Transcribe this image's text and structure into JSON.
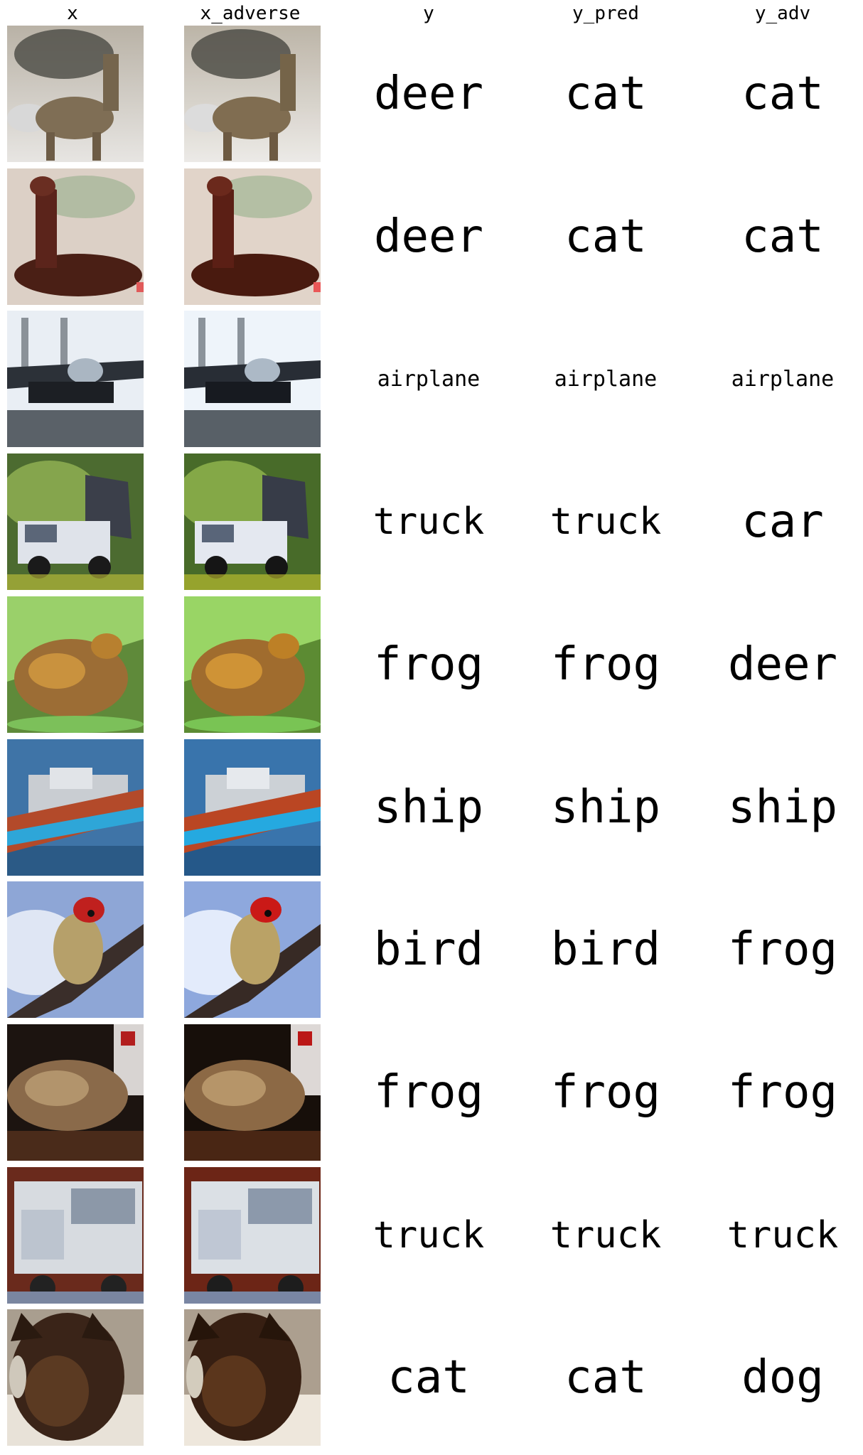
{
  "headers": [
    "x",
    "x_adverse",
    "y",
    "y_pred",
    "y_adv"
  ],
  "rows": [
    {
      "image": "deer",
      "y": "deer",
      "y_pred": "cat",
      "y_adv": "cat",
      "font": [
        64,
        64,
        64
      ]
    },
    {
      "image": "deer",
      "y": "deer",
      "y_pred": "cat",
      "y_adv": "cat",
      "font": [
        64,
        64,
        64
      ]
    },
    {
      "image": "airplane",
      "y": "airplane",
      "y_pred": "airplane",
      "y_adv": "airplane",
      "font": [
        30,
        30,
        30
      ]
    },
    {
      "image": "truck",
      "y": "truck",
      "y_pred": "truck",
      "y_adv": "car",
      "font": [
        52,
        52,
        64
      ]
    },
    {
      "image": "frog",
      "y": "frog",
      "y_pred": "frog",
      "y_adv": "deer",
      "font": [
        64,
        64,
        64
      ]
    },
    {
      "image": "ship",
      "y": "ship",
      "y_pred": "ship",
      "y_adv": "ship",
      "font": [
        64,
        64,
        64
      ]
    },
    {
      "image": "bird",
      "y": "bird",
      "y_pred": "bird",
      "y_adv": "frog",
      "font": [
        64,
        64,
        64
      ]
    },
    {
      "image": "frog",
      "y": "frog",
      "y_pred": "frog",
      "y_adv": "frog",
      "font": [
        64,
        64,
        64
      ]
    },
    {
      "image": "truck",
      "y": "truck",
      "y_pred": "truck",
      "y_adv": "truck",
      "font": [
        52,
        52,
        52
      ]
    },
    {
      "image": "cat",
      "y": "cat",
      "y_pred": "cat",
      "y_adv": "dog",
      "font": [
        64,
        64,
        64
      ]
    }
  ]
}
